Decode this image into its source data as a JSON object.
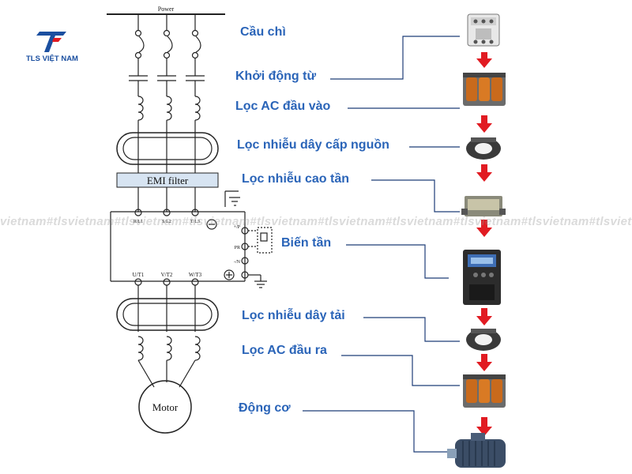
{
  "brand": {
    "name": "TLS VIỆT NAM",
    "colors": {
      "primary": "#1b4fa0",
      "accent": "#e11b22"
    }
  },
  "watermark": "vietnam#tlsvietnam#tlsvietnam#tlsvietnam#tlsvietnam#tlsvietnam#tlsvietnam#tlsvietnam#tlsvietnam#tlsvietnam",
  "schematic": {
    "power_label": "Power",
    "emi_filter_label": "EMI filter",
    "input_terminals": [
      "R/L1",
      "S/L2",
      "T/L3"
    ],
    "output_terminals": [
      "U/T1",
      "V/T2",
      "W/T3"
    ],
    "side_terminals": [
      "+/P",
      "PR",
      "-/N"
    ],
    "motor_label": "Motor"
  },
  "components": [
    {
      "label": "Cầu chì",
      "icon": "fuse-contactor-icon"
    },
    {
      "label": "Khởi động từ",
      "icon": "magnetic-starter-icon"
    },
    {
      "label": "Lọc AC đầu vào",
      "icon": "input-ac-reactor-icon"
    },
    {
      "label": "Lọc nhiễu dây cấp nguồn",
      "icon": "supply-ferrite-core-icon"
    },
    {
      "label": "Lọc nhiễu cao tần",
      "icon": "emi-filter-icon"
    },
    {
      "label": "Biến tần",
      "icon": "inverter-icon"
    },
    {
      "label": "Lọc nhiễu dây tải",
      "icon": "load-ferrite-core-icon"
    },
    {
      "label": "Lọc AC đầu ra",
      "icon": "output-ac-reactor-icon"
    },
    {
      "label": "Động cơ",
      "icon": "motor-icon"
    }
  ],
  "colors": {
    "label_blue": "#2a64b8",
    "arrow_red": "#e11b22",
    "line": "#1e3d78"
  }
}
